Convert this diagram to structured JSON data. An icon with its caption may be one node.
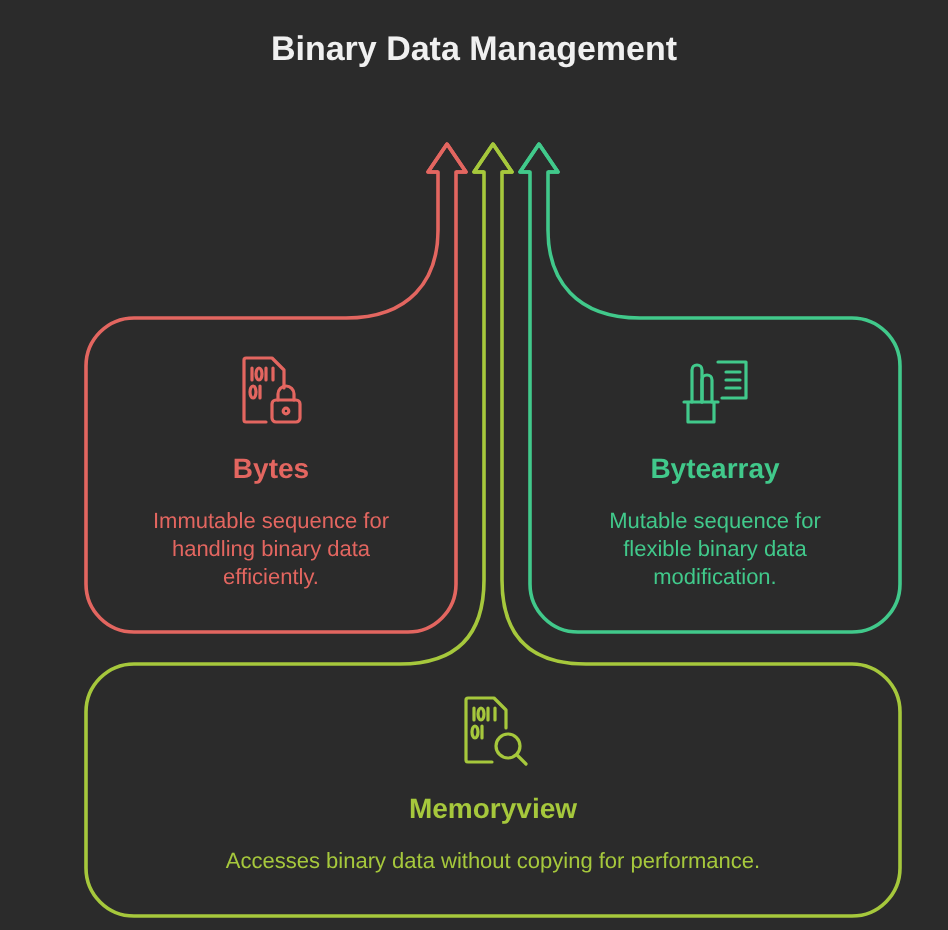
{
  "diagram": {
    "title": "Binary Data Management",
    "nodes": [
      {
        "text": [
          "Bytes",
          "Immutable sequence for handling binary data efficiently."
        ]
      },
      {
        "text": [
          "Bytearray",
          "Mutable sequence for flexible binary data modification."
        ]
      },
      {
        "text": [
          "Memoryview",
          "Accesses binary data without copying for performance."
        ]
      }
    ],
    "edges": [
      {
        "from": 0,
        "to": null,
        "arrow": "to",
        "color": "#e36660"
      },
      {
        "from": 2,
        "to": null,
        "arrow": "to",
        "color": "#a6c83c"
      },
      {
        "from": 1,
        "to": null,
        "arrow": "to",
        "color": "#41c98b"
      }
    ]
  }
}
